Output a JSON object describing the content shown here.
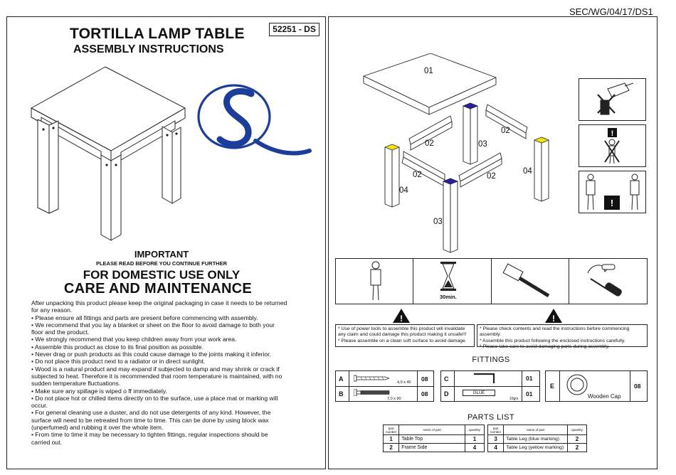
{
  "doc_ref": "SEC/WG/04/17/DS1",
  "title": "TORTILLA LAMP TABLE",
  "subtitle": "ASSEMBLY INSTRUCTIONS",
  "product_code": "52251 - DS",
  "important": {
    "heading": "IMPORTANT",
    "subheading": "PLEASE READ BEFORE YOU CONTINUE FURTHER",
    "domestic": "FOR DOMESTIC USE ONLY",
    "care": "CARE AND MAINTENANCE"
  },
  "care_paragraphs": [
    "After unpacking this product please keep the original packaging in case it needs to be returned for any reason.",
    "• Please ensure all fittings and parts are present before commencing with assembly.",
    "• We recommend that you lay a blanket or sheet on the floor to avoid damage to both your floor and the product.",
    "• We strongly recommend that you keep children away from your work area.",
    "• Assemble this product as close to its final position as possible.",
    "• Never drag or push products as this could cause damage to the joints making it inferior.",
    "• Do not place this product next to a radiator or in direct sunlight.",
    "• Wood is a natural product and may expand if subjected to damp and may shrink or crack if subjected to heat. Therefore it is recommended that room temperature is maintained, with no sudden temperature fluctuations.",
    "• Make sure any spillage is wiped o ff immediately.",
    "• Do not place hot or chilled items directly on to the surface, use a place mat or marking will occur.",
    "• For general cleaning use a duster, and do not use detergents of any kind. However, the surface will need to be retreated from time to time. This can be done by using block wax (unperfumed) and rubbing it over the whole item.",
    "• From time to time it may be necessary to tighten fittings, regular inspections should be carried out."
  ],
  "exploded_labels": [
    "01",
    "02",
    "03",
    "02",
    "04",
    "02",
    "02",
    "04",
    "03"
  ],
  "tool_labels": {
    "time": "30min."
  },
  "warnings": {
    "left": [
      "* Use of power tools to assemble this product will invalidate",
      "  any claim and could damage this product making it unsafe!!!",
      "* Please assemble on a clean soft surface to avoid damage."
    ],
    "right": [
      "* Please check contents and read the instructions before commencing assembly.",
      "* Assemble this product following the enclosed instructions carefully.",
      "* Please take care to avoid damaging parts during assembly."
    ]
  },
  "fittings": {
    "title": "FITTINGS",
    "items": [
      {
        "letter": "A",
        "size": "4,0 x 40",
        "qty": "08"
      },
      {
        "letter": "B",
        "size": "7,0 x 90",
        "qty": "08"
      },
      {
        "letter": "C",
        "qty": "01"
      },
      {
        "letter": "D",
        "label": "GLUE",
        "weight": "10grs",
        "qty": "01"
      },
      {
        "letter": "E",
        "label": "Wooden Cap",
        "qty": "08"
      }
    ]
  },
  "parts_list": {
    "title": "PARTS LIST",
    "headers": {
      "number": "part number",
      "name": "name of part",
      "qty": "quantity"
    },
    "left": [
      {
        "num": "1",
        "name": "Table Top",
        "qty": "1"
      },
      {
        "num": "2",
        "name": "Frame Side",
        "qty": "4"
      }
    ],
    "right": [
      {
        "num": "3",
        "name": "Table Leg (blue  marking)",
        "qty": "2"
      },
      {
        "num": "4",
        "name": "Table Leg (yellow marking)",
        "qty": "2"
      }
    ]
  },
  "colors": {
    "blue_marking": "#2a1f9e",
    "yellow_marking": "#f2e21a",
    "logo_blue": "#1d3d9a"
  }
}
